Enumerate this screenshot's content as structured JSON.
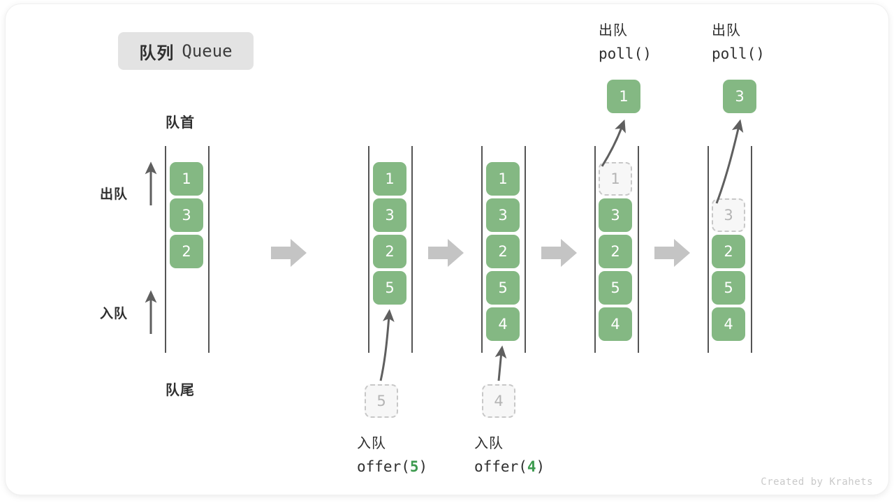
{
  "title": {
    "cn": "队列",
    "en": "Queue"
  },
  "labels": {
    "head": "队首",
    "tail": "队尾",
    "dequeue": "出队",
    "enqueue": "入队"
  },
  "credit": "Created by Krahets",
  "colors": {
    "element_fill": "#84b883",
    "element_text": "#ffffff",
    "ghost_fill": "#f7f7f7",
    "ghost_border": "#c8c8c8",
    "ghost_text": "#b4b4b4",
    "rail": "#555555",
    "arrow_gray": "#c4c4c4",
    "thin_arrow": "#5f5f5f",
    "chip_bg": "#e3e3e3",
    "text_dark": "#2f2f2f",
    "code_arg_green": "#3c9a4e",
    "credit_gray": "#c9c9c9"
  },
  "steps": [
    {
      "id": "state-initial",
      "items": [
        "1",
        "3",
        "2"
      ],
      "ghost_index": -1,
      "caption_cn": "",
      "caption_code": "",
      "caption_arg": "",
      "incoming": null,
      "outgoing": null
    },
    {
      "id": "state-after-offer-5",
      "items": [
        "1",
        "3",
        "2",
        "5"
      ],
      "ghost_index": -1,
      "caption_cn": "入队",
      "caption_code_prefix": "offer(",
      "caption_arg": "5",
      "caption_code_suffix": ")",
      "incoming": "5",
      "outgoing": null
    },
    {
      "id": "state-after-offer-4",
      "items": [
        "1",
        "3",
        "2",
        "5",
        "4"
      ],
      "ghost_index": -1,
      "caption_cn": "入队",
      "caption_code_prefix": "offer(",
      "caption_arg": "4",
      "caption_code_suffix": ")",
      "incoming": "4",
      "outgoing": null
    },
    {
      "id": "state-poll-1",
      "items": [
        "1",
        "3",
        "2",
        "5",
        "4"
      ],
      "ghost_index": 0,
      "top_caption_cn": "出队",
      "top_caption_code": "poll()",
      "outgoing": "1"
    },
    {
      "id": "state-poll-3",
      "items": [
        "",
        "3",
        "2",
        "5",
        "4"
      ],
      "ghost_index": 1,
      "top_caption_cn": "出队",
      "top_caption_code": "poll()",
      "outgoing": "3"
    }
  ],
  "step_arrows": [
    "step-arrow-1",
    "step-arrow-2",
    "step-arrow-3",
    "step-arrow-4"
  ]
}
